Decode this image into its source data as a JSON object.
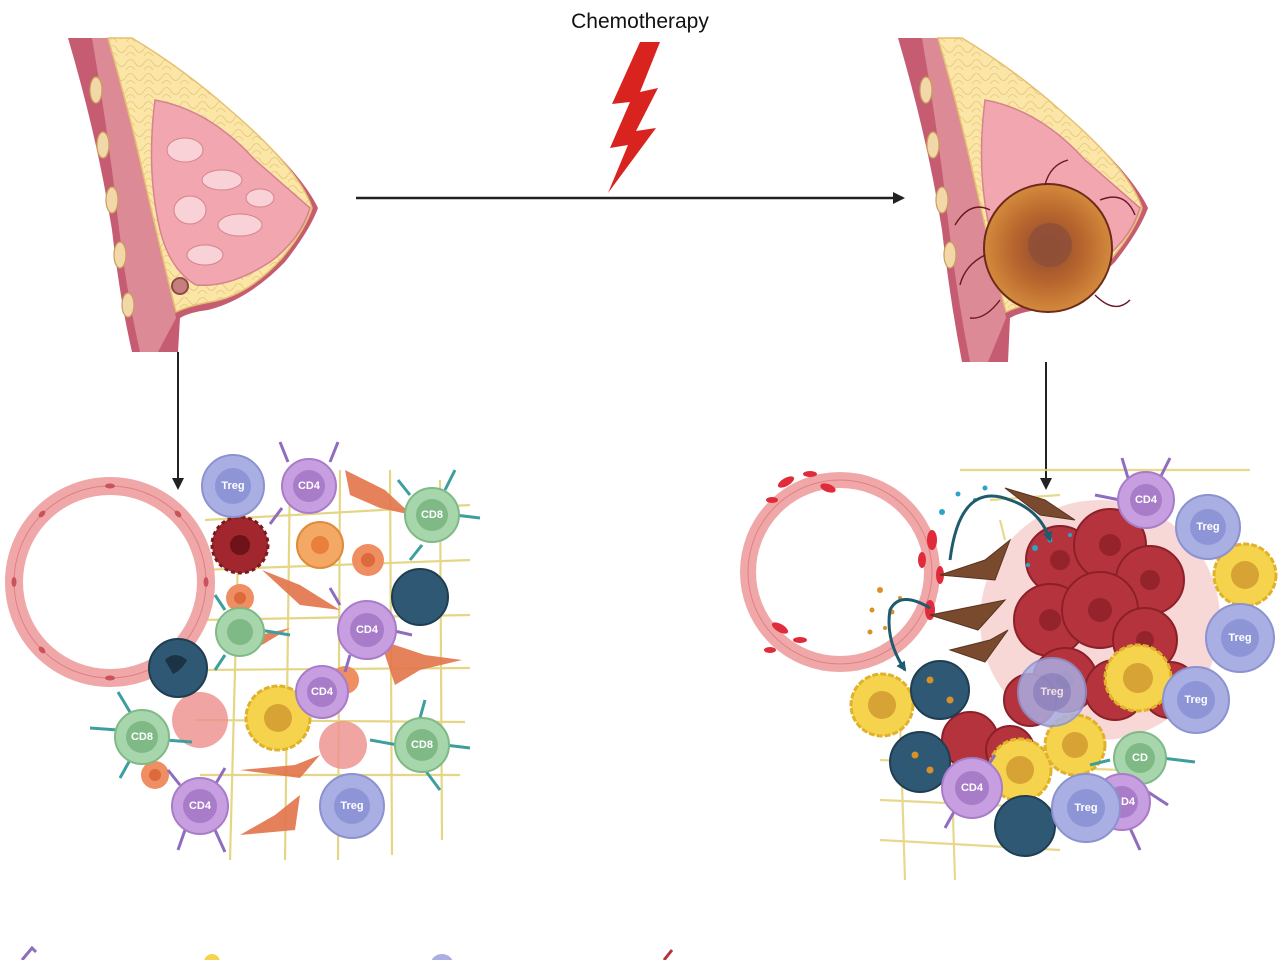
{
  "title": "Chemotherapy",
  "labels": {
    "treg": "Treg",
    "cd4": "CD4",
    "cd8": "CD8",
    "cd4_partial": "CD",
    "cd8_partial": "CD8",
    "cd4_clipped": "D4"
  },
  "colors": {
    "arrow": "#222222",
    "bolt": "#d8231f",
    "treg": "#a9aee3",
    "cd4": "#c79ee0",
    "cd8": "#a8d6ac",
    "macrophage": "#2e5873",
    "dendritic": "#f2c23e",
    "fibroblast": "#e2744a",
    "tumor": "#b5333c",
    "vessel": "#efa7a8",
    "ecm": "#e3d27a"
  }
}
